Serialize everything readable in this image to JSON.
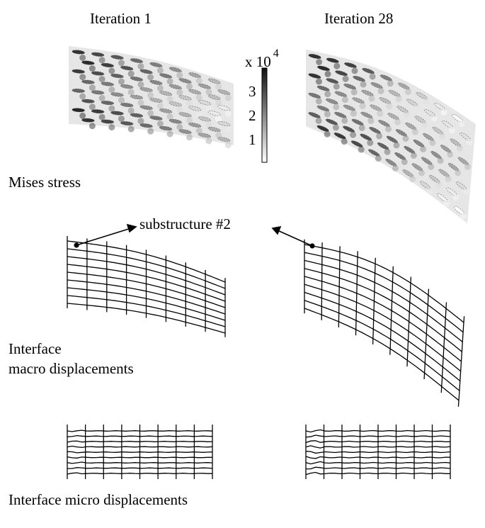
{
  "columns": {
    "left_title": "Iteration 1",
    "right_title": "Iteration 28"
  },
  "rows": {
    "stress_label": "Mises stress",
    "macro_label_line1": "Interface",
    "macro_label_line2": "macro displacements",
    "micro_label": "Interface micro displacements"
  },
  "colorbar": {
    "scale_base": "x 10",
    "scale_exponent": "4",
    "ticks": [
      "3",
      "2",
      "1"
    ],
    "gradient_top": "#111111",
    "gradient_bottom": "#ffffff"
  },
  "annotation": {
    "text": "substructure #2"
  }
}
